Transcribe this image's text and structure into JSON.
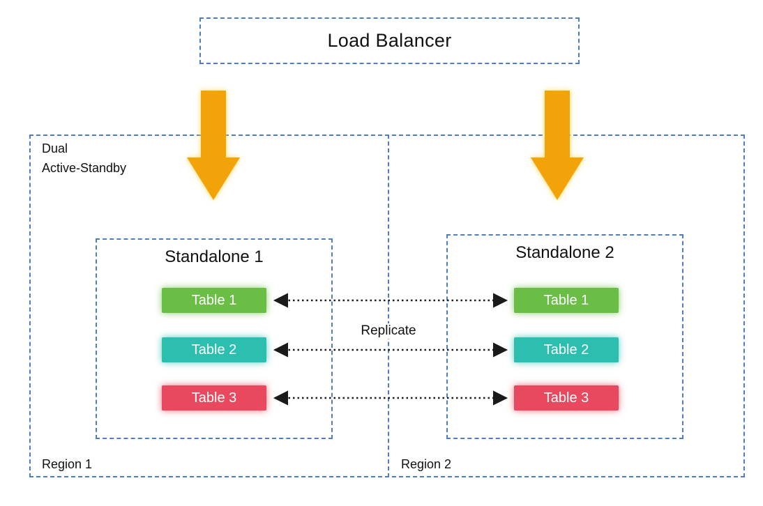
{
  "diagram": {
    "load_balancer_label": "Load Balancer",
    "cluster_label": "Dual\nActive-Standby",
    "replicate_label": "Replicate",
    "region1_label": "Region 1",
    "region2_label": "Region 2",
    "standalone1": {
      "title": "Standalone 1",
      "tables": [
        "Table 1",
        "Table 2",
        "Table 3"
      ]
    },
    "standalone2": {
      "title": "Standalone 2",
      "tables": [
        "Table 1",
        "Table 2",
        "Table 3"
      ]
    },
    "icons": {
      "down_arrow": "down-arrow-icon",
      "replicate_arrow": "double-headed-dotted-arrow-icon"
    },
    "colors": {
      "border_blue": "#4d7ebf",
      "arrow_gold": "#f2a30a",
      "arrow_glow": "#ffd64f",
      "connector_black": "#1a1a1a",
      "table_green": "#6bbe45",
      "table_teal": "#2cbfb0",
      "table_red": "#e9495e"
    }
  }
}
